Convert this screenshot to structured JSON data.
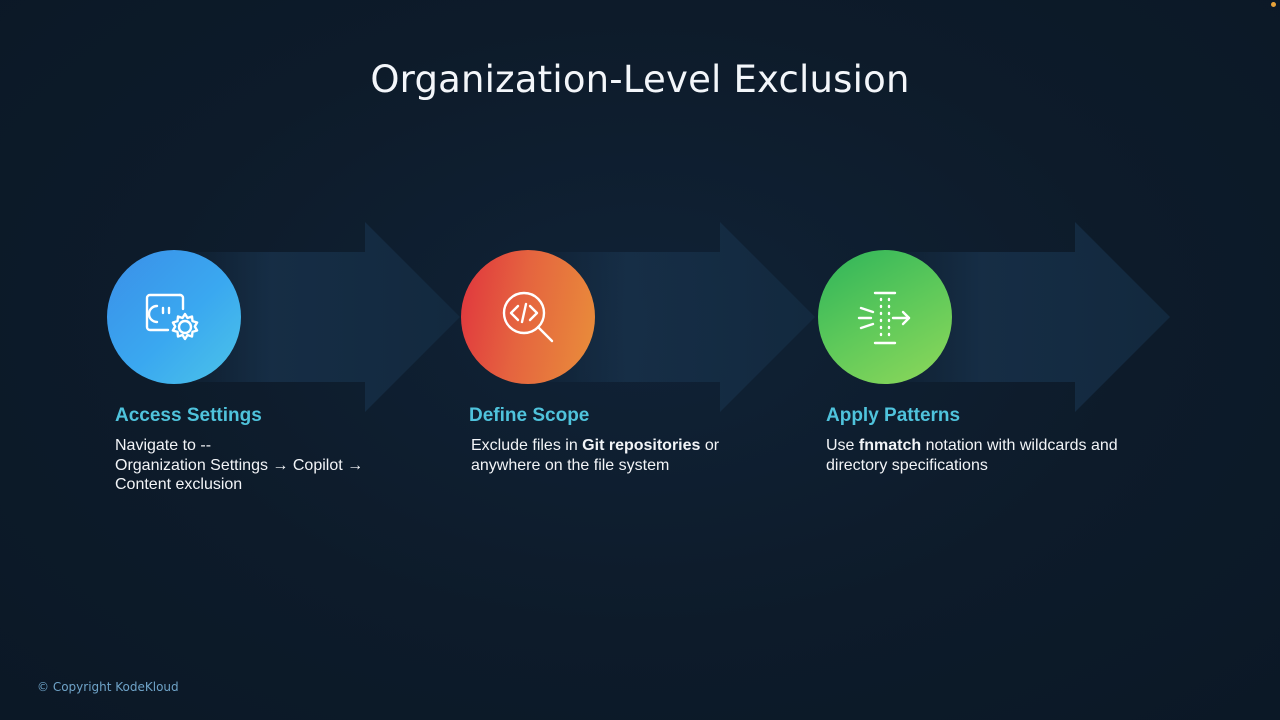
{
  "slide": {
    "title": "Organization-Level Exclusion",
    "copyright": "© Copyright KodeKloud"
  },
  "steps": [
    {
      "icon": "settings-gear-icon",
      "title": "Access Settings",
      "desc_line1": "Navigate to --",
      "desc_line2": "Organization Settings → Copilot →",
      "desc_line3": "Content exclusion",
      "color_from": "#3b8fe8",
      "color_to": "#4cc4e8"
    },
    {
      "icon": "code-search-icon",
      "title": "Define Scope",
      "desc_pre": "Exclude files in ",
      "desc_bold": "Git repositories",
      "desc_post": " or",
      "desc_line2": "anywhere on the file system",
      "color_from": "#e0343e",
      "color_to": "#e98f3a"
    },
    {
      "icon": "filter-pattern-icon",
      "title": "Apply Patterns",
      "desc_pre": "Use ",
      "desc_bold": "fnmatch",
      "desc_post": " notation with wildcards and",
      "desc_line2": "directory specifications",
      "color_from": "#2eb45a",
      "color_to": "#8fd85a"
    }
  ],
  "colors": {
    "background": "#0d1b2a",
    "step_title": "#4fc3dc",
    "text": "#f2f4f7"
  }
}
